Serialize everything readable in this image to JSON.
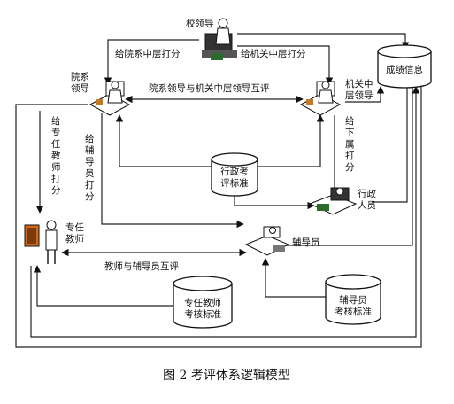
{
  "nodes": {
    "school_leader": "校领导",
    "dept_leader": [
      "院系",
      "领导"
    ],
    "organ_leader": [
      "机关中",
      "层领导"
    ],
    "teacher": [
      "专任",
      "教师"
    ],
    "counselor": "辅导员",
    "admin_staff": [
      "行政",
      "人员"
    ]
  },
  "databases": {
    "results": "成绩信息",
    "admin_standard": [
      "行政考",
      "评标准"
    ],
    "teacher_standard": [
      "专任教师",
      "考核标准"
    ],
    "counselor_standard": [
      "辅导员",
      "考核标准"
    ]
  },
  "edges": {
    "rate_dept": "给院系中层打分",
    "rate_organ": "给机关中层打分",
    "mutual_leaders": "院系领导与机关中层领导互评",
    "rate_teacher": [
      "给",
      "专",
      "任",
      "教",
      "师",
      "打",
      "分"
    ],
    "rate_counselor": [
      "给",
      "辅",
      "导",
      "员",
      "打",
      "分"
    ],
    "rate_subordinates": [
      "给",
      "下",
      "属",
      "打",
      "分"
    ],
    "mutual_teacher_counselor": "教师与辅导员互评"
  },
  "caption": "图 2 考评体系逻辑模型"
}
